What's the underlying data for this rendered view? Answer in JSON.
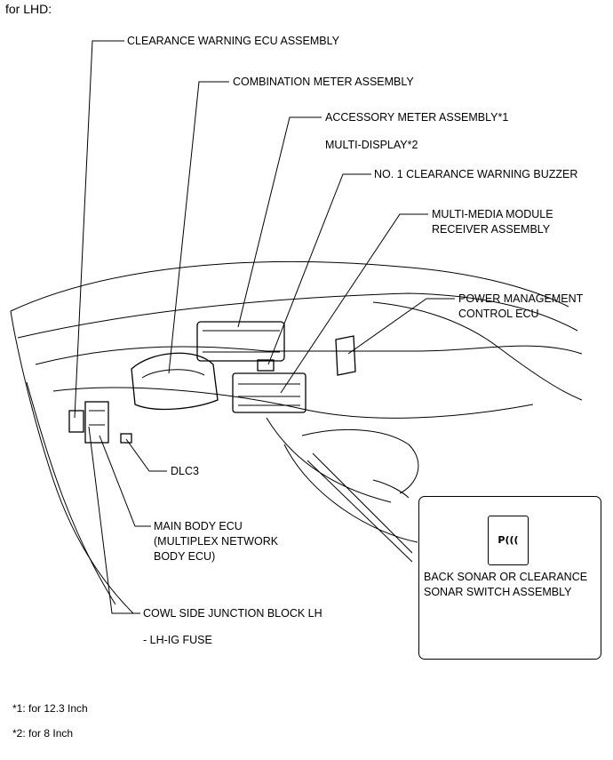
{
  "heading": "for LHD:",
  "labels": {
    "clearance_warning_ecu": "CLEARANCE WARNING ECU ASSEMBLY",
    "combination_meter": "COMBINATION METER ASSEMBLY",
    "accessory_meter": "ACCESSORY METER ASSEMBLY*1",
    "multi_display": "MULTI-DISPLAY*2",
    "clearance_buzzer": "NO. 1 CLEARANCE WARNING BUZZER",
    "multimedia_line1": "MULTI-MEDIA MODULE",
    "multimedia_line2": "RECEIVER ASSEMBLY",
    "power_mgmt_line1": "POWER MANAGEMENT",
    "power_mgmt_line2": "CONTROL ECU",
    "dlc3": "DLC3",
    "main_body_line1": "MAIN BODY ECU",
    "main_body_line2": "(MULTIPLEX NETWORK",
    "main_body_line3": "BODY ECU)",
    "cowl_side": "COWL SIDE JUNCTION BLOCK LH",
    "lh_ig_fuse": "- LH-IG FUSE",
    "sonar_line1": "BACK SONAR OR CLEARANCE",
    "sonar_line2": "SONAR SWITCH ASSEMBLY"
  },
  "switch_icon_text": "P(((",
  "footnotes": {
    "note1": "*1: for 12.3 Inch",
    "note2": "*2: for 8 Inch"
  }
}
